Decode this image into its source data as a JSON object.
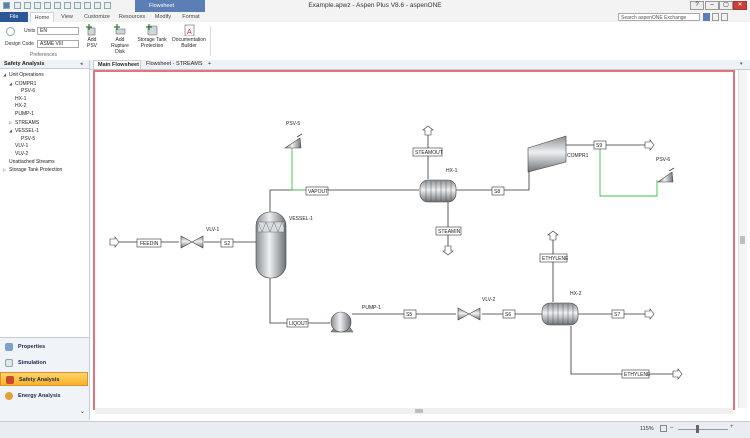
{
  "window": {
    "title": "Example.apwz - Aspen Plus V8.6 - aspenONE",
    "context_tab": "Flowsheet",
    "controls": [
      "–",
      "▢",
      "✕"
    ]
  },
  "ribbon": {
    "tabs": [
      "File",
      "Home",
      "View",
      "Customize",
      "Resources",
      "Modify",
      "Format"
    ],
    "active_tab": "Home",
    "search_placeholder": "Search aspenONE Exchange",
    "units_label": "Units",
    "units_value": "EN",
    "design_code_label": "Design Code",
    "design_code_value": "ASME VIII",
    "group_label": "Preferences",
    "buttons": {
      "add_psv": "Add PSV",
      "add_rupture_disk": "Add Rupture Disk",
      "storage_tank": "Storage Tank Protection",
      "doc_builder": "Documentation Builder"
    }
  },
  "navigator": {
    "title": "Safety Analysis",
    "tree": [
      {
        "label": "Unit Operations",
        "indent": 0,
        "expander": "◢"
      },
      {
        "label": "COMPR1",
        "indent": 1,
        "expander": "◢"
      },
      {
        "label": "PSV-6",
        "indent": 2,
        "expander": ""
      },
      {
        "label": "HX-1",
        "indent": 1,
        "expander": ""
      },
      {
        "label": "HX-2",
        "indent": 1,
        "expander": ""
      },
      {
        "label": "PUMP-1",
        "indent": 1,
        "expander": ""
      },
      {
        "label": "STREAMS",
        "indent": 1,
        "expander": "▷"
      },
      {
        "label": "VESSEL-1",
        "indent": 1,
        "expander": "◢"
      },
      {
        "label": "PSV-5",
        "indent": 2,
        "expander": ""
      },
      {
        "label": "VLV-1",
        "indent": 1,
        "expander": ""
      },
      {
        "label": "VLV-2",
        "indent": 1,
        "expander": ""
      },
      {
        "label": "Unattached Streams",
        "indent": 0,
        "expander": ""
      },
      {
        "label": "Storage Tank Protection",
        "indent": 0,
        "expander": "▷"
      }
    ],
    "buttons": [
      {
        "label": "Properties",
        "active": false
      },
      {
        "label": "Simulation",
        "active": false
      },
      {
        "label": "Safety Analysis",
        "active": true
      },
      {
        "label": "Energy Analysis",
        "active": false
      }
    ]
  },
  "doc_tabs": [
    {
      "label": "Main Flowsheet",
      "active": true
    },
    {
      "label": "Flowsheet - STREAMS",
      "active": false
    },
    {
      "label": "+",
      "active": false
    }
  ],
  "flowsheet": {
    "streams": {
      "feedin": "FEEDIN",
      "s2": "S2",
      "vapout": "VAPOUT",
      "s8": "S8",
      "s9": "S9",
      "steamout": "STEAMOUT",
      "steamin": "STEAMIN",
      "liqout": "LIQOUT",
      "s5": "S5",
      "s6": "S6",
      "s7": "S7",
      "ethylene_in": "ETHYLENE",
      "ethylene_out": "ETHYLENE"
    },
    "blocks": {
      "vlv1": "VLV-1",
      "vessel1": "VESSEL-1",
      "psv5": "PSV-5",
      "hx1": "HX-1",
      "compr1": "COMPR1",
      "psv6": "PSV-6",
      "pump1": "PUMP-1",
      "vlv2": "VLV-2",
      "hx2": "HX-2"
    },
    "colors": {
      "relief_line": "#3fbf4a",
      "frame": "#e5737a",
      "stream": "#333333"
    }
  },
  "status": {
    "zoom": "115%"
  }
}
